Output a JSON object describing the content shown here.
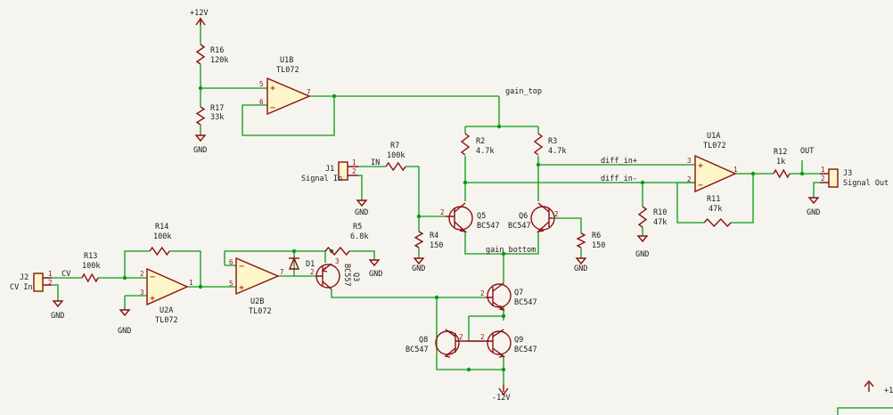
{
  "power": {
    "vpos": "+12V",
    "vneg": "-12V",
    "gnd": "GND",
    "partial": "+1"
  },
  "nets": {
    "gain_top": "gain_top",
    "gain_bottom": "gain_bottom",
    "diff_in_plus": "diff_in+",
    "diff_in_minus": "diff_in-",
    "in": "IN",
    "cv": "CV",
    "out": "OUT"
  },
  "parts": {
    "r16": {
      "ref": "R16",
      "value": "120k"
    },
    "r17": {
      "ref": "R17",
      "value": "33k"
    },
    "r2": {
      "ref": "R2",
      "value": "4.7k"
    },
    "r3": {
      "ref": "R3",
      "value": "4.7k"
    },
    "r7": {
      "ref": "R7",
      "value": "100k"
    },
    "r4": {
      "ref": "R4",
      "value": "150"
    },
    "r6": {
      "ref": "R6",
      "value": "150"
    },
    "r10": {
      "ref": "R10",
      "value": "47k"
    },
    "r11": {
      "ref": "R11",
      "value": "47k"
    },
    "r12": {
      "ref": "R12",
      "value": "1k"
    },
    "r13": {
      "ref": "R13",
      "value": "100k"
    },
    "r14": {
      "ref": "R14",
      "value": "100k"
    },
    "r5": {
      "ref": "R5",
      "value": "6.8k"
    },
    "u1b": {
      "ref": "U1B",
      "value": "TL072"
    },
    "u1a": {
      "ref": "U1A",
      "value": "TL072"
    },
    "u2a": {
      "ref": "U2A",
      "value": "TL072"
    },
    "u2b": {
      "ref": "U2B",
      "value": "TL072"
    },
    "q5": {
      "ref": "Q5",
      "value": "BC547"
    },
    "q6": {
      "ref": "Q6",
      "value": "BC547"
    },
    "q3": {
      "ref": "Q3",
      "value": "BC557"
    },
    "q7": {
      "ref": "Q7",
      "value": "BC547"
    },
    "q8": {
      "ref": "Q8",
      "value": "BC547"
    },
    "q9": {
      "ref": "Q9",
      "value": "BC547"
    },
    "d1": {
      "ref": "D1"
    },
    "j1": {
      "ref": "J1",
      "value": "Signal In"
    },
    "j2": {
      "ref": "J2",
      "value": "CV In"
    },
    "j3": {
      "ref": "J3",
      "value": "Signal Out"
    }
  }
}
